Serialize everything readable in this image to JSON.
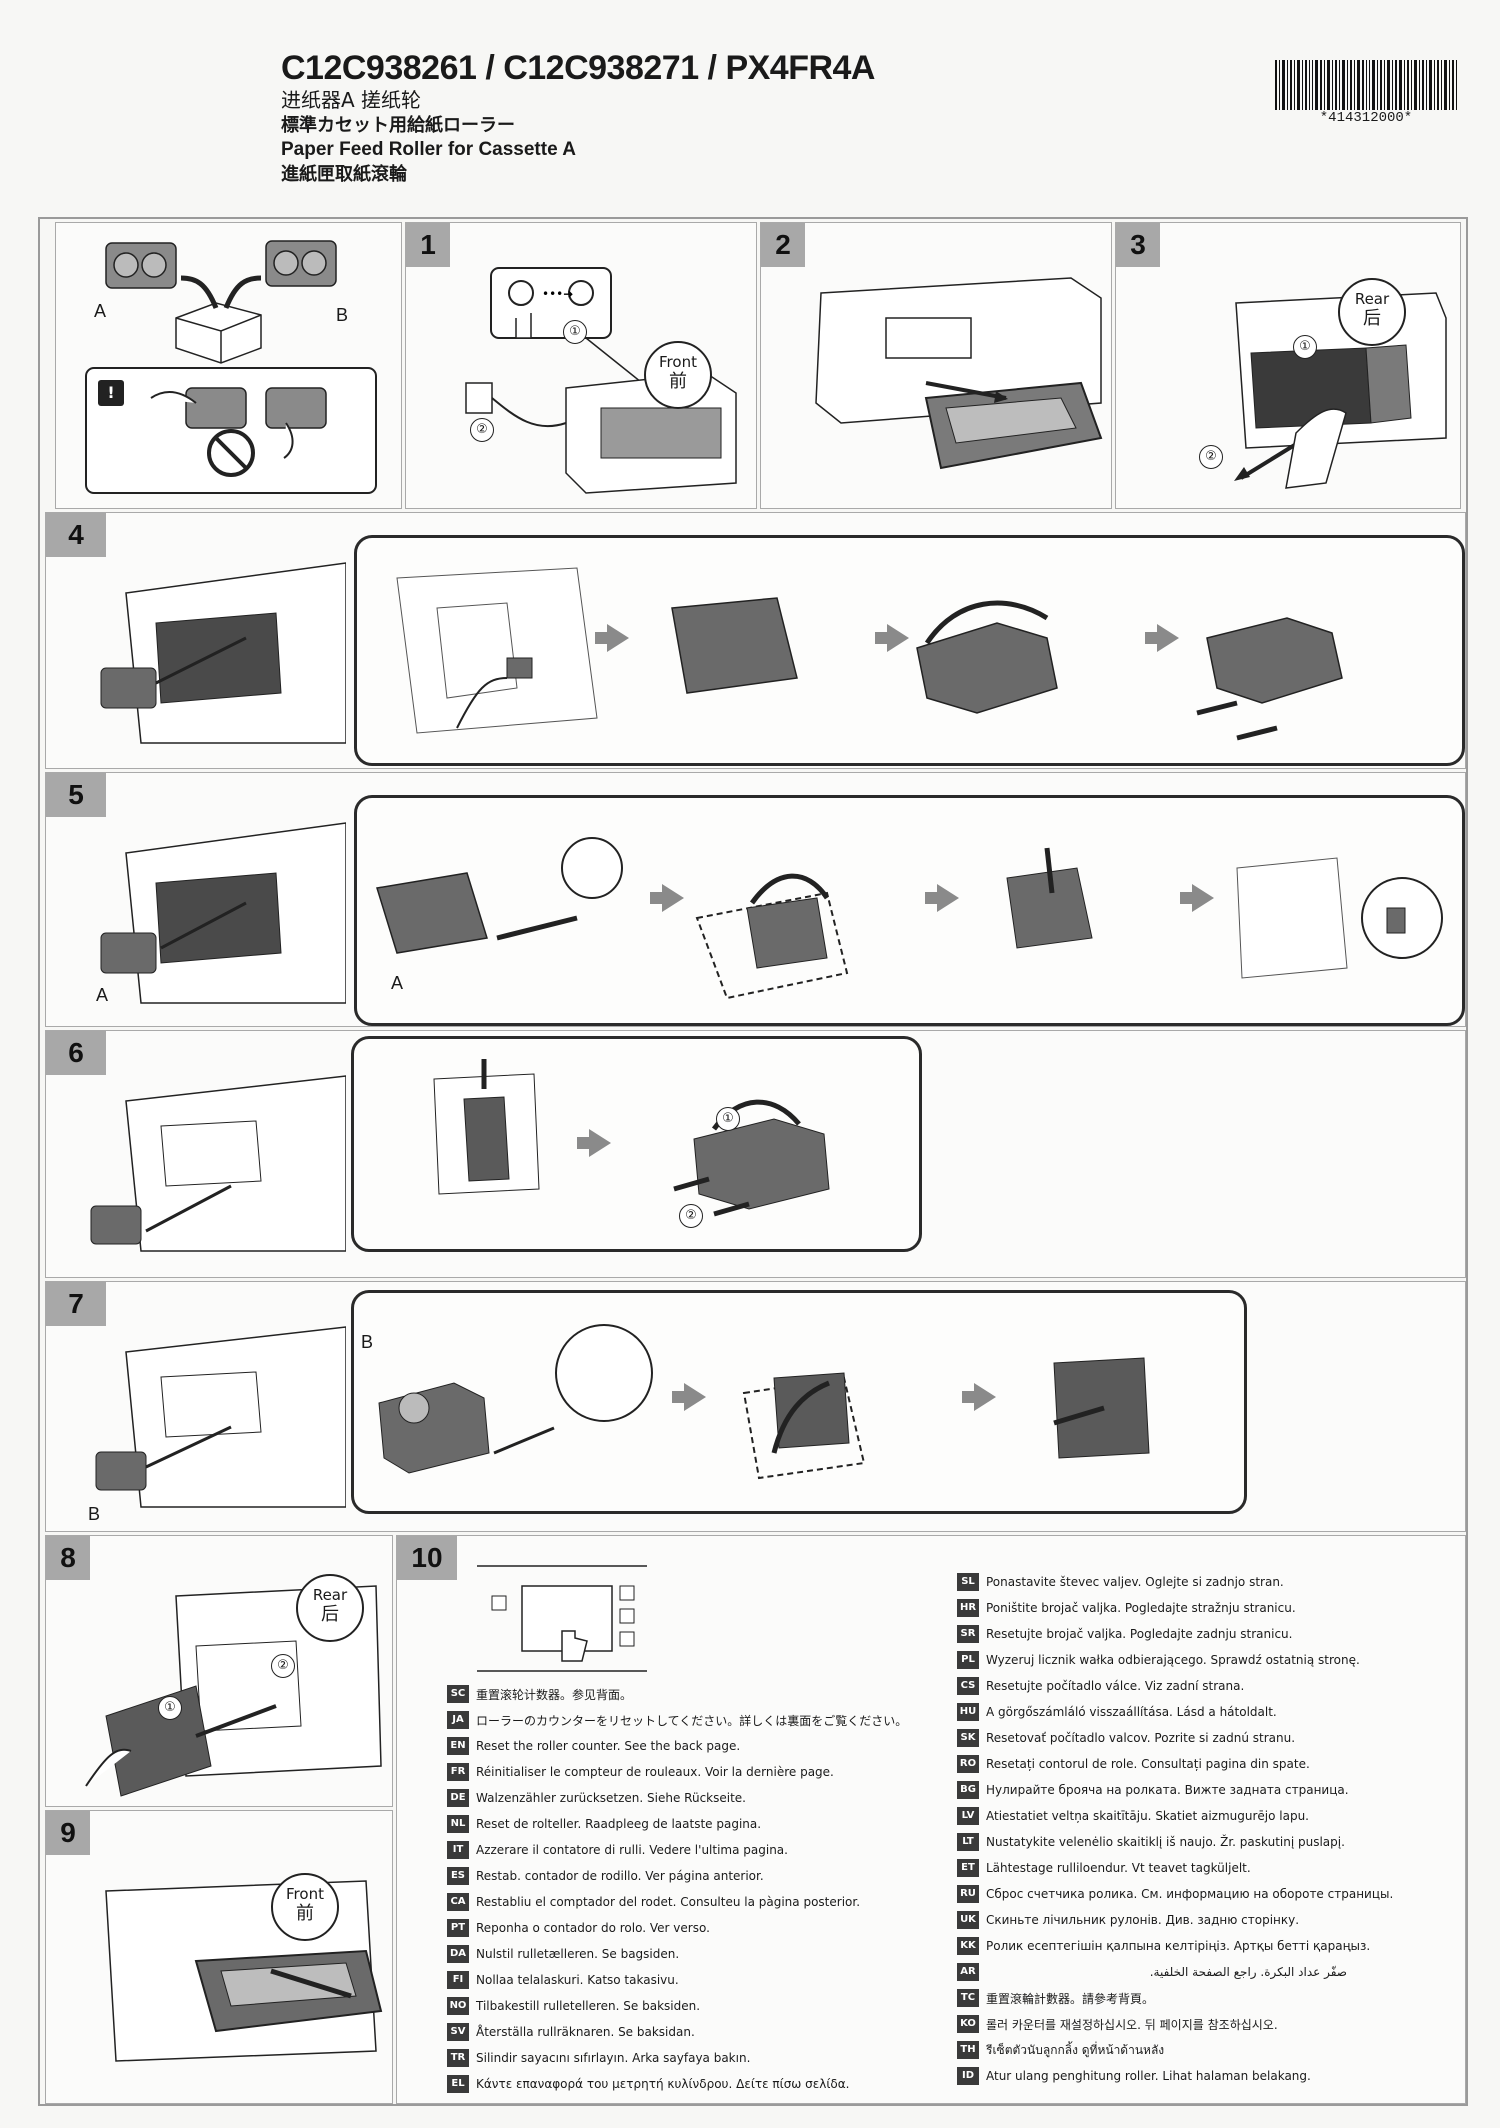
{
  "header": {
    "models": "C12C938261 / C12C938271 / PX4FR4A",
    "title_zh_cn": "进纸器A 搓纸轮",
    "title_ja": "標準カセット用給紙ローラー",
    "title_en": "Paper Feed Roller for Cassette A",
    "title_zh_tw": "進紙匣取紙滾輪"
  },
  "barcode_text": "*414312000*",
  "labels": {
    "a": "A",
    "b": "B",
    "circle1": "①",
    "circle2": "②",
    "warning": "!"
  },
  "badges": {
    "front": {
      "word": "Front",
      "char": "前"
    },
    "rear": {
      "word": "Rear",
      "char": "后"
    }
  },
  "steps": [
    "1",
    "2",
    "3",
    "4",
    "5",
    "6",
    "7",
    "8",
    "9",
    "10"
  ],
  "languages_left": [
    {
      "code": "SC",
      "text": "重置滚轮计数器。参见背面。"
    },
    {
      "code": "JA",
      "text": "ローラーのカウンターをリセットしてください。詳しくは裏面をご覧ください。"
    },
    {
      "code": "EN",
      "text": "Reset the roller counter. See the back page."
    },
    {
      "code": "FR",
      "text": "Réinitialiser le compteur de rouleaux. Voir la dernière page."
    },
    {
      "code": "DE",
      "text": "Walzenzähler zurücksetzen. Siehe Rückseite."
    },
    {
      "code": "NL",
      "text": "Reset de rolteller. Raadpleeg de laatste pagina."
    },
    {
      "code": "IT",
      "text": "Azzerare il contatore di rulli. Vedere l'ultima pagina."
    },
    {
      "code": "ES",
      "text": "Restab. contador de rodillo. Ver página anterior."
    },
    {
      "code": "CA",
      "text": "Restabliu el comptador del rodet. Consulteu la pàgina posterior."
    },
    {
      "code": "PT",
      "text": "Reponha o contador do rolo. Ver verso."
    },
    {
      "code": "DA",
      "text": "Nulstil rulletælleren. Se bagsiden."
    },
    {
      "code": "FI",
      "text": "Nollaa telalaskuri. Katso takasivu."
    },
    {
      "code": "NO",
      "text": "Tilbakestill rulletelleren. Se baksiden."
    },
    {
      "code": "SV",
      "text": "Återställa rullräknaren. Se baksidan."
    },
    {
      "code": "TR",
      "text": "Silindir sayacını sıfırlayın. Arka sayfaya bakın."
    },
    {
      "code": "EL",
      "text": "Κάντε επαναφορά του μετρητή κυλίνδρου. Δείτε πίσω σελίδα."
    }
  ],
  "languages_right": [
    {
      "code": "SL",
      "text": "Ponastavite števec valjev. Oglejte si zadnjo stran."
    },
    {
      "code": "HR",
      "text": "Poništite brojač valjka. Pogledajte stražnju stranicu."
    },
    {
      "code": "SR",
      "text": "Resetujte brojač valjka. Pogledajte zadnju stranicu."
    },
    {
      "code": "PL",
      "text": "Wyzeruj licznik wałka odbierającego. Sprawdź ostatnią stronę."
    },
    {
      "code": "CS",
      "text": "Resetujte počítadlo válce. Viz zadní strana."
    },
    {
      "code": "HU",
      "text": "A görgőszámláló visszaállítása. Lásd a hátoldalt."
    },
    {
      "code": "SK",
      "text": "Resetovať počítadlo valcov. Pozrite si zadnú stranu."
    },
    {
      "code": "RO",
      "text": "Resetați contorul de role. Consultați pagina din spate."
    },
    {
      "code": "BG",
      "text": "Нулирайте брояча на ролката. Вижте задната страница."
    },
    {
      "code": "LV",
      "text": "Atiestatiet veltņa skaitītāju. Skatiet aizmugurējo lapu."
    },
    {
      "code": "LT",
      "text": "Nustatykite velenėlio skaitiklį iš naujo. Žr. paskutinį puslapį."
    },
    {
      "code": "ET",
      "text": "Lähtestage rulliloendur. Vt teavet tagküljelt."
    },
    {
      "code": "RU",
      "text": "Сброс счетчика ролика. См. информацию на обороте страницы."
    },
    {
      "code": "UK",
      "text": "Скиньте лічильник рулонів. Див. задню сторінку."
    },
    {
      "code": "KK",
      "text": "Ролик есептегішін қалпына келтіріңіз. Артқы бетті қараңыз."
    },
    {
      "code": "AR",
      "text": "صفّر عداد البكرة. راجع الصفحة الخلفية."
    },
    {
      "code": "TC",
      "text": "重置滾輪計數器。請參考背頁。"
    },
    {
      "code": "KO",
      "text": "롤러 카운터를 재설정하십시오. 뒤 페이지를 참조하십시오."
    },
    {
      "code": "TH",
      "text": "รีเซ็ตตัวนับลูกกลิ้ง ดูที่หน้าด้านหลัง"
    },
    {
      "code": "ID",
      "text": "Atur ulang penghitung roller. Lihat halaman belakang."
    }
  ]
}
